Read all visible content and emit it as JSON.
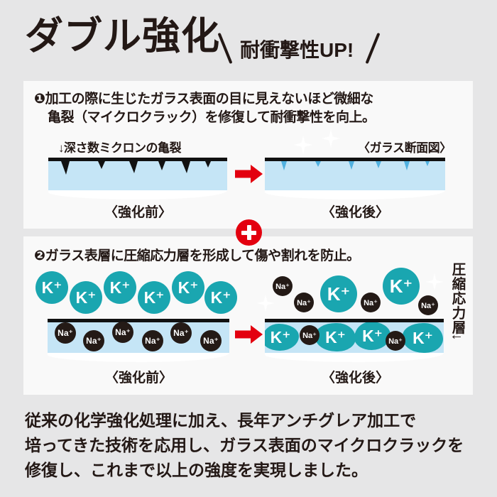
{
  "colors": {
    "background": "#e6e6e7",
    "panel": "#f9f9f9",
    "ink": "#231815",
    "accent_red": "#e3000f",
    "ion_teal": "#1aa6b0",
    "ion_dark": "#241a16",
    "glass_blue": "#c5e5f6",
    "repaired_crack_blue": "#51b1e0"
  },
  "header": {
    "title": "ダブル強化",
    "callout": "耐衝撃性UP!"
  },
  "section1": {
    "intro_line1": "❶加工の際に生じたガラス表面の目に見えないほど微細な",
    "intro_line2": "亀裂（マイクロクラック）を修復して耐衝撃性を向上。",
    "crack_note": "↓深さ数ミクロンの亀裂",
    "diagram_caption": "〈ガラス断面図〉",
    "before_label": "〈強化前〉",
    "after_label": "〈強化後〉"
  },
  "section2": {
    "heading": "❷ガラス表層に圧縮応力層を形成して傷や割れを防止。",
    "before_label": "〈強化前〉",
    "after_label": "〈強化後〉",
    "side_label": "圧縮応力層",
    "side_arrow": "←",
    "k_ion": "K⁺",
    "na_ion": "Na⁺"
  },
  "footer": {
    "line1": "従来の化学強化処理に加え、長年アンチグレア加工で",
    "line2": "培ってきた技術を応用し、ガラス表面のマイクロクラックを",
    "line3": "修復し、これまで以上の強度を実現しました。"
  }
}
